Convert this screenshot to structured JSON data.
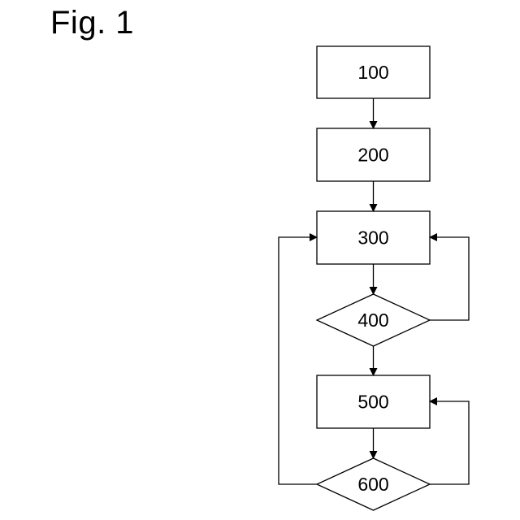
{
  "figure": {
    "title": "Fig. 1"
  },
  "nodes": {
    "n100": {
      "label": "100",
      "shape": "rectangle"
    },
    "n200": {
      "label": "200",
      "shape": "rectangle"
    },
    "n300": {
      "label": "300",
      "shape": "rectangle"
    },
    "n400": {
      "label": "400",
      "shape": "diamond"
    },
    "n500": {
      "label": "500",
      "shape": "rectangle"
    },
    "n600": {
      "label": "600",
      "shape": "diamond"
    }
  },
  "edges": [
    {
      "from": "100",
      "to": "200"
    },
    {
      "from": "200",
      "to": "300"
    },
    {
      "from": "300",
      "to": "400"
    },
    {
      "from": "400",
      "to": "500"
    },
    {
      "from": "400",
      "to": "300"
    },
    {
      "from": "500",
      "to": "600"
    },
    {
      "from": "600",
      "to": "500"
    },
    {
      "from": "600",
      "to": "300"
    }
  ],
  "colors": {
    "stroke": "#000000",
    "background": "#ffffff"
  }
}
